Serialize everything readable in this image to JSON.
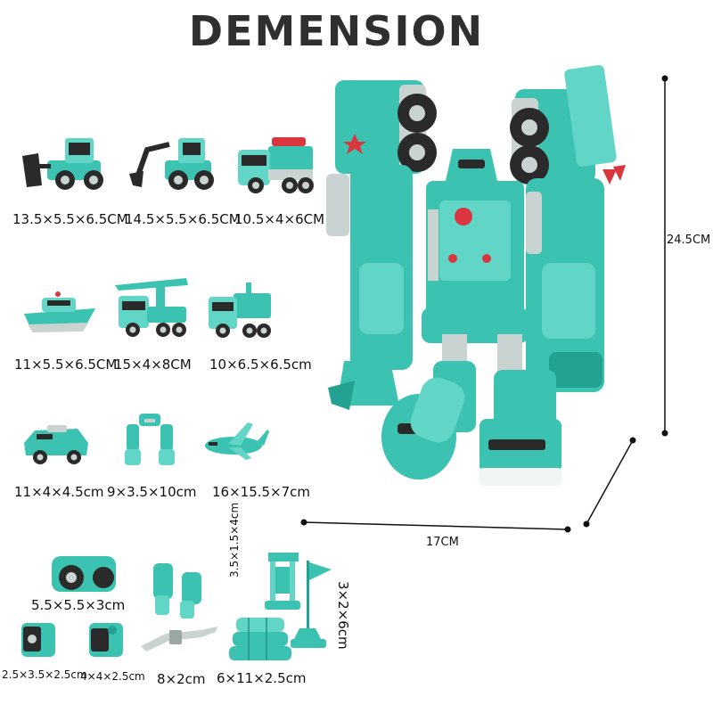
{
  "title": "DEMENSION",
  "vehicles": [
    {
      "name": "bulldozer",
      "size": "13.5×5.5×6.5CM"
    },
    {
      "name": "excavator",
      "size": "14.5×5.5×6.5CM"
    },
    {
      "name": "rocket-truck",
      "size": "10.5×4×6CM"
    },
    {
      "name": "boat",
      "size": "11×5.5×6.5CM"
    },
    {
      "name": "crane-truck",
      "size": "15×4×8CM"
    },
    {
      "name": "fire-truck",
      "size": "10×6.5×6.5cm"
    },
    {
      "name": "armored-car",
      "size": "11×4×4.5cm"
    },
    {
      "name": "robot-arms",
      "size": "9×3.5×10cm"
    },
    {
      "name": "airplane",
      "size": "16×15.5×7cm"
    }
  ],
  "robot": {
    "height": "24.5CM",
    "width": "17CM"
  },
  "accessories": {
    "wheel_block": "5.5×5.5×3cm",
    "small_block_left": "2.5×3.5×2.5cm",
    "small_block_right": "4×4×2.5cm",
    "weapon": "8×2cm",
    "barrier_bags": "6×11×2.5cm",
    "sign_post": "3.5×1.5×4cm",
    "flag": "3×2×6cm"
  }
}
